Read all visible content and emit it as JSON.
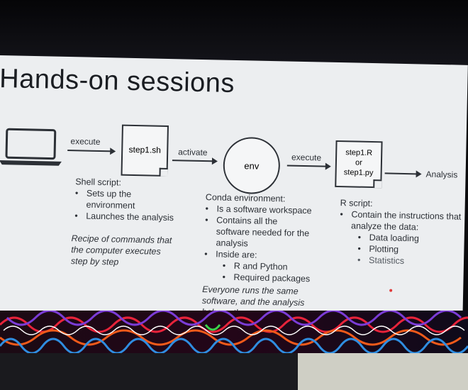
{
  "slide": {
    "title": "Hands-on sessions",
    "diagram": {
      "arrow_execute_1": "execute",
      "step1_sh": "step1.sh",
      "arrow_activate": "activate",
      "env": "env",
      "arrow_execute_2": "execute",
      "step1_r_line1": "step1.R",
      "step1_r_line2": "or",
      "step1_r_line3": "step1.py",
      "analysis": "Analysis"
    },
    "shell": {
      "heading": "Shell script:",
      "bullet1_line1": "Sets up the",
      "bullet1_line2": "environment",
      "bullet2": "Launches the analysis",
      "note_line1": "Recipe of commands that",
      "note_line2": "the computer executes",
      "note_line3": "step by step"
    },
    "conda": {
      "heading": "Conda environment:",
      "bullet1": "Is a software workspace",
      "bullet2_line1": "Contains all the",
      "bullet2_line2": "software needed for the",
      "bullet2_line3": "analysis",
      "bullet3": "Inside are:",
      "sub1": "R and Python",
      "sub2": "Required packages",
      "note_line1": "Everyone runs the same",
      "note_line2": "software, and the analysis",
      "note_line3": "behave the same"
    },
    "rscript": {
      "heading": "R script:",
      "bullet1_line1": "Contain the instructions that",
      "bullet1_line2": "analyze the data:",
      "sub1": "Data loading",
      "sub2": "Plotting",
      "sub3": "Statistics"
    }
  }
}
